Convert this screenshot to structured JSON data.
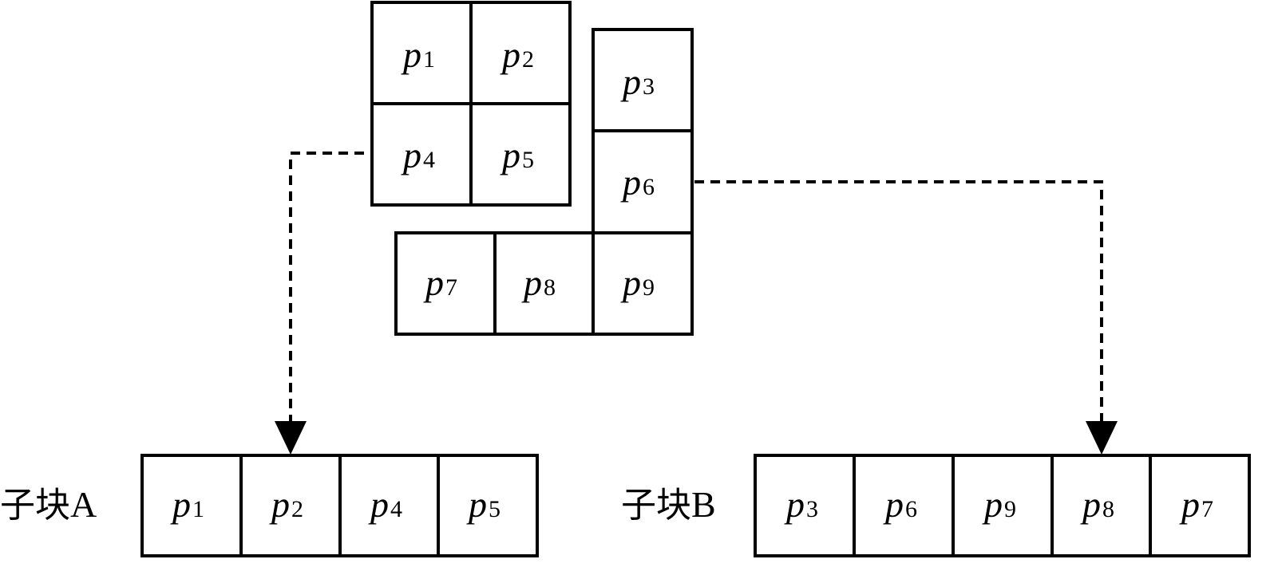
{
  "symbol": "p",
  "cluster": {
    "top_left": [
      {
        "sub": "1"
      },
      {
        "sub": "2"
      },
      {
        "sub": "4"
      },
      {
        "sub": "5"
      }
    ],
    "right_column": [
      {
        "sub": "3"
      },
      {
        "sub": "6"
      }
    ],
    "bottom_row": [
      {
        "sub": "7"
      },
      {
        "sub": "8"
      },
      {
        "sub": "9"
      }
    ]
  },
  "block_a": {
    "label": "子块",
    "letter": "A",
    "cells": [
      {
        "sub": "1"
      },
      {
        "sub": "2"
      },
      {
        "sub": "4"
      },
      {
        "sub": "5"
      }
    ]
  },
  "block_b": {
    "label": "子块",
    "letter": "B",
    "cells": [
      {
        "sub": "3"
      },
      {
        "sub": "6"
      },
      {
        "sub": "9"
      },
      {
        "sub": "8"
      },
      {
        "sub": "7"
      }
    ]
  }
}
